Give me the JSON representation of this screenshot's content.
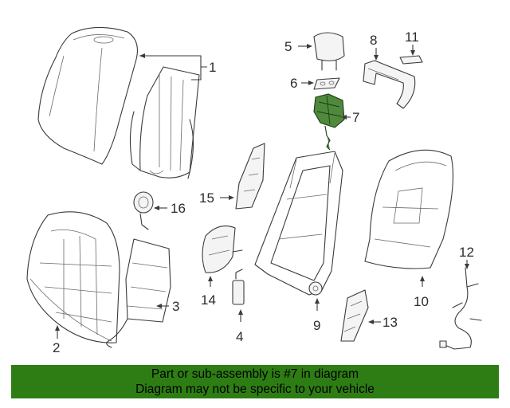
{
  "callouts": {
    "c1": "1",
    "c2": "2",
    "c3": "3",
    "c4": "4",
    "c5": "5",
    "c6": "6",
    "c7": "7",
    "c8": "8",
    "c9": "9",
    "c10": "10",
    "c11": "11",
    "c12": "12",
    "c13": "13",
    "c14": "14",
    "c15": "15",
    "c16": "16"
  },
  "highlight_color": "#4f8a3c",
  "banner": {
    "line1": "Part or sub-assembly is #7 in diagram",
    "line2": "Diagram may not be specific to your vehicle",
    "background": "#2e7d14"
  }
}
